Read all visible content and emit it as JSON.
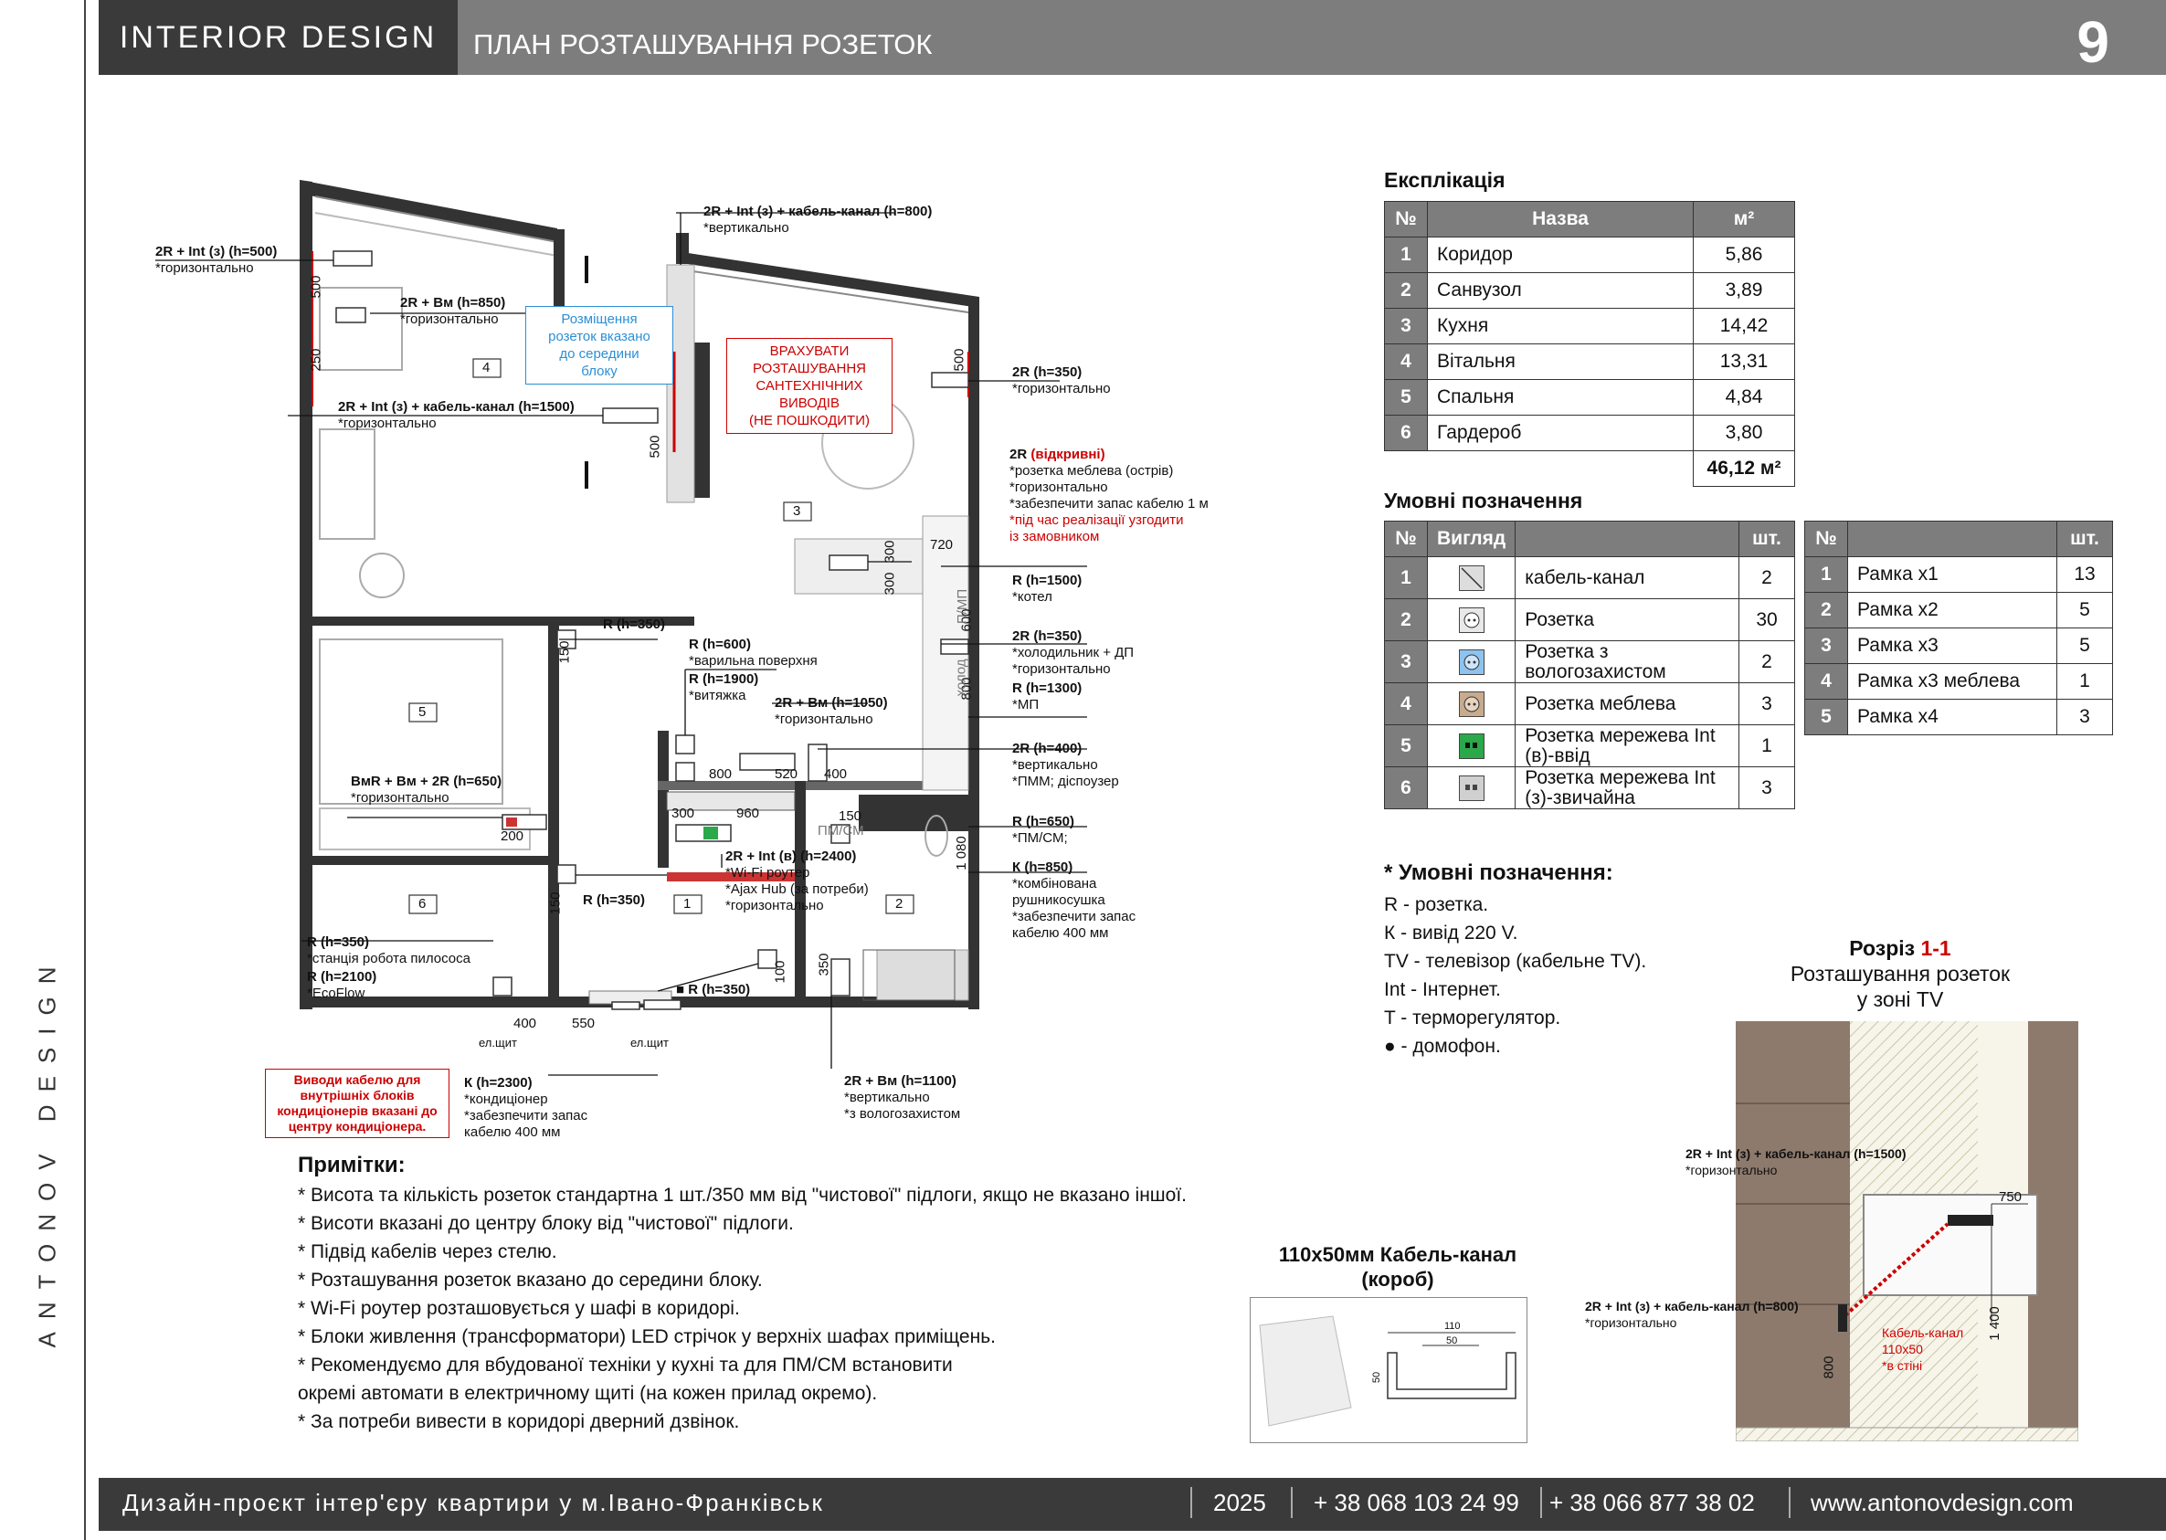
{
  "header": {
    "brand": "INTERIOR  DESIGN",
    "title": "ПЛАН РОЗТАШУВАННЯ РОЗЕТОК",
    "page": "9"
  },
  "side_brand": "ANTONOV DESIGN",
  "footer": {
    "project": "Дизайн-проєкт інтер'єру квартири у м.Івано-Франківськ",
    "year": "2025",
    "phone1": "+ 38 068 103 24 99",
    "phone2": "+ 38 066 877 38 02",
    "site": "www.antonovdesign.com"
  },
  "plan_labels": {
    "l1": {
      "t": "2R + Int (з) (h=500)",
      "s": "*горизонтально"
    },
    "l2": {
      "t": "2R + Вм (h=850)",
      "s": "*горизонтально"
    },
    "l3": {
      "t": "2R + Int (з) + кабель-канал (h=800)",
      "s": "*вертикально"
    },
    "l4": {
      "t": "2R + Int (з) + кабель-канал (h=1500)",
      "s": "*горизонтально"
    },
    "l5": {
      "t": "2R (h=350)",
      "s": "*горизонтально"
    },
    "l6": {
      "t": "2R",
      "t2": "(відкривні)",
      "s1": "*розетка меблева (острів)",
      "s2": "*горизонтально",
      "s3": "*забезпечити запас кабелю 1 м",
      "s4": "*під час реалізації узгодити",
      "s5": "із замовником"
    },
    "l7": {
      "t": "R (h=1500)",
      "s": "*котел"
    },
    "l8": {
      "t": "2R (h=350)",
      "s1": "*холодильник + ДП",
      "s2": "*горизонтально"
    },
    "l9": {
      "t": "R (h=1300)",
      "s": "*МП"
    },
    "l10": {
      "t": "R (h=350)"
    },
    "l11": {
      "t": "R (h=600)",
      "s": "*варильна поверхня"
    },
    "l12": {
      "t": "R (h=1900)",
      "s": "*витяжка"
    },
    "l13": {
      "t": "2R + Вм (h=1050)",
      "s": "*горизонтально"
    },
    "l14": {
      "t": "2R (h=400)",
      "s1": "*вертикально",
      "s2": "*ПММ; діспоузер"
    },
    "l15": {
      "t": "ВмR + Вм + 2R (h=650)",
      "s": "*горизонтально"
    },
    "l16": {
      "t": "R (h=650)",
      "s": "*ПМ/СМ;"
    },
    "l17": {
      "t": "2R + Int (в) (h=2400)",
      "s1": "*Wi-Fi роутер",
      "s2": "*Ajax Hub (за потреби)",
      "s3": "*горизонтально"
    },
    "l18": {
      "t": "К (h=850)",
      "s1": "*комбінована",
      "s2": "рушникосушка",
      "s3": "*забезпечити запас",
      "s4": "кабелю 400 мм"
    },
    "l19": {
      "t": "R (h=350)"
    },
    "l20": {
      "t": "R (h=350)",
      "s": "*станція робота пилососа"
    },
    "l21": {
      "t": "R (h=2100)",
      "s": "*EcoFlow"
    },
    "l22": {
      "t": "■ R (h=350)"
    },
    "l23": {
      "t": "К (h=2300)",
      "s1": "*кондиціонер",
      "s2": "*забезпечити запас",
      "s3": "кабелю 400 мм"
    },
    "l24": {
      "t": "2R + Вм (h=1100)",
      "s1": "*вертикально",
      "s2": "*з вологозахистом"
    },
    "blue_note": [
      "Розміщення",
      "розеток вказано",
      "до середини",
      "блоку"
    ],
    "red_note": [
      "ВРАХУВАТИ",
      "РОЗТАШУВАННЯ",
      "САНТЕХНІЧНИХ",
      "ВИВОДІВ",
      "(НЕ ПОШКОДИТИ)"
    ],
    "red_box": [
      "Виводи кабелю для",
      "внутрішніх блоків",
      "кондиціонерів вказані до",
      "центру кондиціонера."
    ],
    "rooms": [
      "1",
      "2",
      "3",
      "4",
      "5",
      "6"
    ],
    "dims": {
      "d500a": "500",
      "d250": "250",
      "d500b": "500",
      "d500c": "500",
      "d720": "720",
      "d300a": "300",
      "d300b": "300",
      "d600": "600",
      "d800a": "800",
      "d150a": "150",
      "d800b": "800",
      "d520": "520",
      "d400a": "400",
      "d300c": "300",
      "d960": "960",
      "d150b": "150",
      "d1080": "1 080",
      "d200": "200",
      "d150c": "150",
      "d100": "100",
      "d350": "350",
      "d400b": "400",
      "d550": "550"
    },
    "misc": {
      "holod": "холод",
      "pmp": "П/МП",
      "pmcm": "ПМ/СМ",
      "elshit1": "ел.щит",
      "elshit2": "ел.щит",
      "sec": "1"
    }
  },
  "explication": {
    "title": "Експлікація",
    "headers": [
      "№",
      "Назва",
      "м²"
    ],
    "rows": [
      [
        "1",
        "Коридор",
        "5,86"
      ],
      [
        "2",
        "Санвузол",
        "3,89"
      ],
      [
        "3",
        "Кухня",
        "14,42"
      ],
      [
        "4",
        "Вітальня",
        "13,31"
      ],
      [
        "5",
        "Спальня",
        "4,84"
      ],
      [
        "6",
        "Гардероб",
        "3,80"
      ]
    ],
    "total": "46,12 м²"
  },
  "legend": {
    "title": "Умовні позначення",
    "headers": [
      "№",
      "Вигляд",
      "",
      "шт."
    ],
    "rows": [
      [
        "1",
        "кабель-канал",
        "2"
      ],
      [
        "2",
        "Розетка",
        "30"
      ],
      [
        "3",
        "Розетка   з вологозахистом",
        "2"
      ],
      [
        "4",
        "Розетка   меблева",
        "3"
      ],
      [
        "5",
        "Розетка мережева Int (в)-ввід",
        "1"
      ],
      [
        "6",
        "Розетка мережева Int (з)-звичайна",
        "3"
      ]
    ],
    "icons": [
      "cable-channel-icon",
      "socket-icon",
      "waterproof-socket-icon",
      "furniture-socket-icon",
      "network-socket-input-icon",
      "network-socket-icon"
    ],
    "icon_colors": [
      "#dddddd",
      "#e8e8e8",
      "#8fc3ef",
      "#c8ab8e",
      "#2aa84a",
      "#d0d0d0"
    ]
  },
  "frames": {
    "headers": [
      "№",
      "",
      "шт."
    ],
    "rows": [
      [
        "1",
        "Рамка х1",
        "13"
      ],
      [
        "2",
        "Рамка х2",
        "5"
      ],
      [
        "3",
        "Рамка х3",
        "5"
      ],
      [
        "4",
        "Рамка х3 меблева",
        "1"
      ],
      [
        "5",
        "Рамка х4",
        "3"
      ]
    ]
  },
  "symbols": {
    "title": "* Умовні позначення:",
    "items": [
      "R - розетка.",
      "К - вивід 220 V.",
      "TV - телевізор (кабельне TV).",
      "Int - Інтернет.",
      "T - терморегулятор.",
      "● - домофон."
    ]
  },
  "section": {
    "title_a": "Розріз ",
    "title_b": "1-1",
    "sub1": "Розташування розеток",
    "sub2": "у зоні TV",
    "lbl1": "2R + Int (з) + кабель-канал (h=1500)",
    "lbl1s": "*горизонтально",
    "lbl2": "2R + Int (з) + кабель-канал (h=800)",
    "lbl2s": "*горизонтально",
    "d750": "750",
    "d1400": "1 400",
    "d800": "800",
    "red1": "Кабель-канал",
    "red2": "110х50",
    "red3": "*в стіні"
  },
  "cable": {
    "title1": "110х50мм Кабель-канал",
    "title2": "(короб)",
    "w": "110",
    "w2": "50",
    "h": "50"
  },
  "notes": {
    "title": "Примітки:",
    "items": [
      "* Висота та кількість розеток стандартна 1 шт./350 мм від \"чистової\" підлоги, якщо не вказано іншої.",
      "* Висоти вказані до центру блоку від \"чистової\" підлоги.",
      "* Підвід кабелів через стелю.",
      "* Розташування розеток вказано до середини блоку.",
      "* Wi-Fi роутер розташовується у шафі в коридорі.",
      "* Блоки живлення (трансформатори) LED стрічок у верхніх шафах приміщень.",
      "* Рекомендуємо для вбудованої техніки у кухні та для ПМ/СМ встановити",
      "окремі автомати в електричному щиті (на кожен прилад окремо).",
      "* За потреби вивести в коридорі дверний дзвінок."
    ]
  }
}
